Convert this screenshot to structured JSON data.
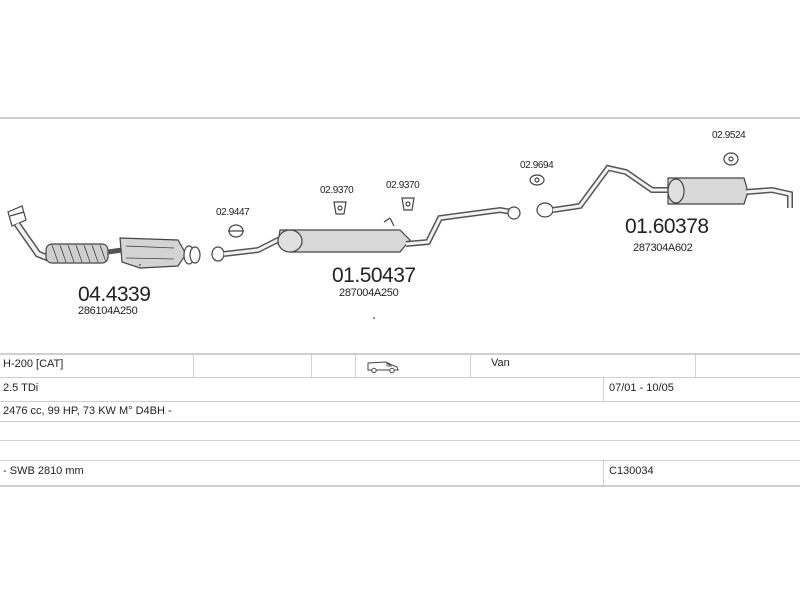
{
  "parts": {
    "front": {
      "code": "04.4339",
      "oem": "286104A250"
    },
    "middle": {
      "code": "01.50437",
      "oem": "287004A250"
    },
    "rear": {
      "code": "01.60378",
      "oem": "287304A602"
    },
    "clamp_front": {
      "code": "02.9447"
    },
    "hanger_mid_left": {
      "code": "02.9370"
    },
    "hanger_mid_right": {
      "code": "02.9370"
    },
    "hanger_rear_left": {
      "code": "02.9694"
    },
    "hanger_rear_right": {
      "code": "02.9524"
    }
  },
  "table": {
    "model": "H-200  [CAT]",
    "body_type": "Van",
    "engine": "2.5 TDi",
    "period": "07/01 - 10/05",
    "engine_details": "2476 cc, 99 HP, 73 KW M° D4BH -",
    "wheelbase": "- SWB 2810 mm",
    "catalog_code": "C130034"
  },
  "icons": {
    "van": "van-icon"
  },
  "colors": {
    "line": "#cfcfcf",
    "part": "#444444",
    "fill": "#d8d8d8"
  }
}
